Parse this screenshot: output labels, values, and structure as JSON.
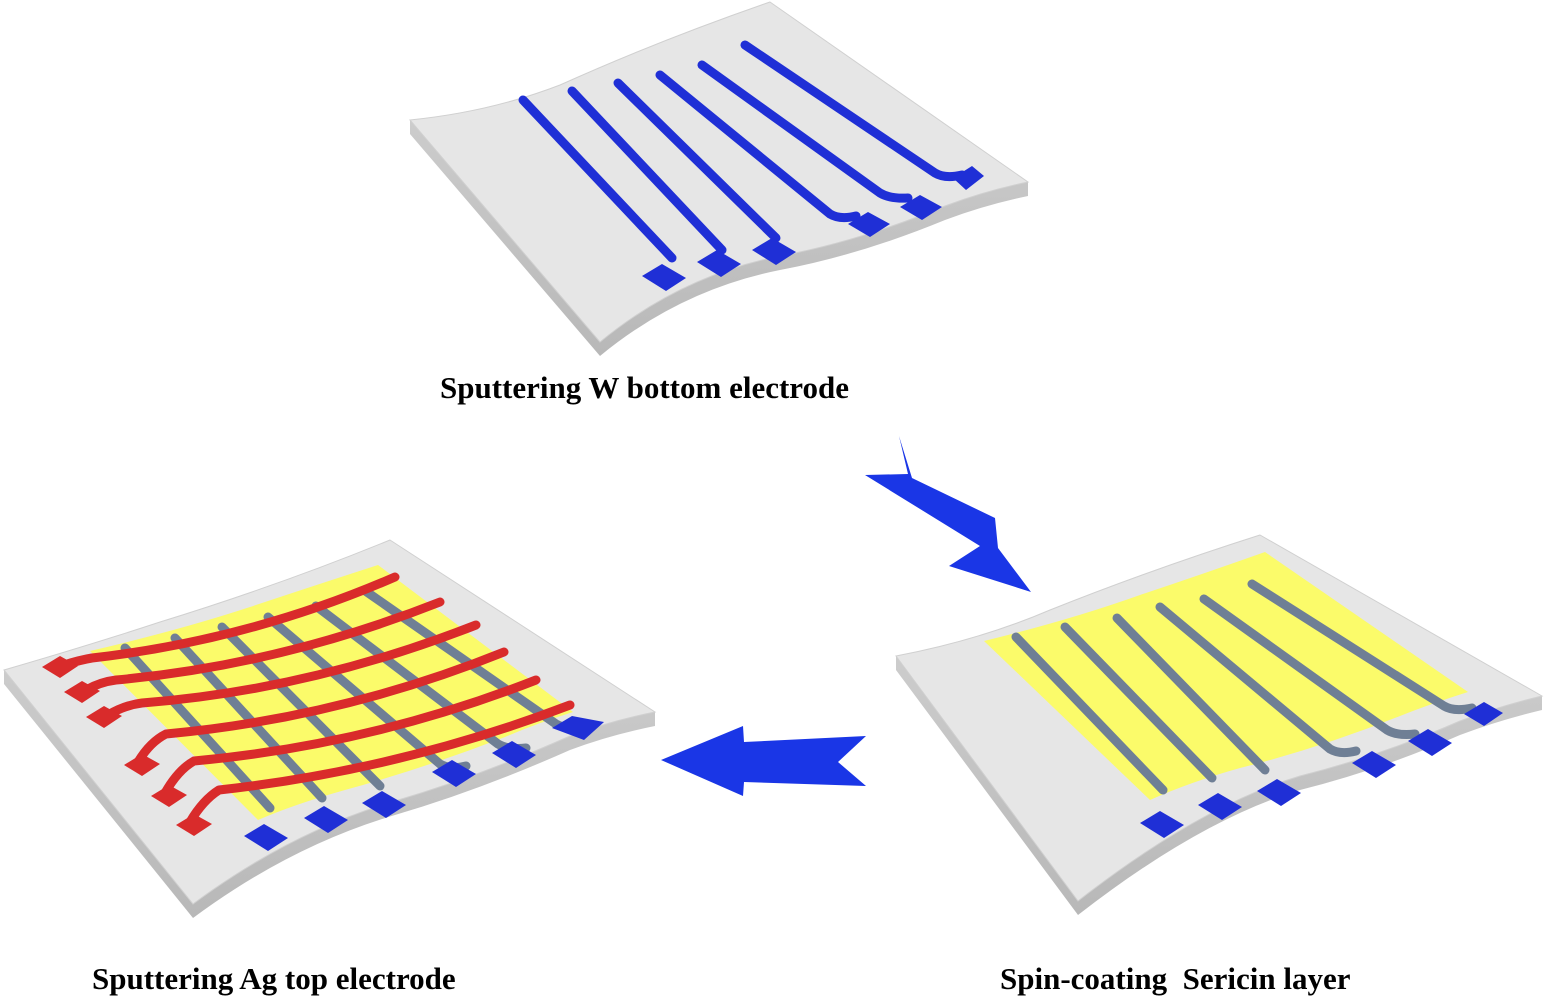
{
  "steps": [
    {
      "caption": "Sputtering W bottom electrode"
    },
    {
      "caption": "Spin-coating  Sericin layer"
    },
    {
      "caption": "Sputtering Ag top electrode"
    }
  ],
  "colors": {
    "substrate_top": "#e4e4e4",
    "substrate_side": "#c9c9c9",
    "w_electrode": "#1f2fd6",
    "w_electrode_covered": "#6f7f95",
    "sericin_layer": "#fbfb6a",
    "ag_electrode": "#d92b2b",
    "arrow": "#1a36e6",
    "caption_text": "#000000"
  },
  "icons": [
    "process-arrow-icon"
  ]
}
